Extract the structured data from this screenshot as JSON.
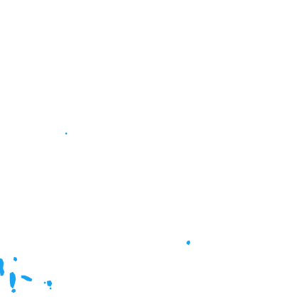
{
  "map": {
    "background_color": "#ffffff",
    "land_color": "#1aa3f0",
    "features": [
      "island",
      "island",
      "island-group",
      "island",
      "islet",
      "islet",
      "islet",
      "islet"
    ]
  }
}
